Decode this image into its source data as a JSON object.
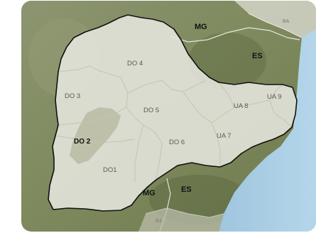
{
  "map": {
    "regions": {
      "do4": "DO 4",
      "do3": "DO 3",
      "do5": "DO 5",
      "do2": "DO 2",
      "do6": "DO 6",
      "do1": "DO1",
      "ua7": "UA 7",
      "ua8": "UA 8",
      "ua9": "UA 9"
    },
    "states": {
      "mg_top": "MG",
      "es_top": "ES",
      "ba": "BA",
      "mg_bottom": "MG",
      "es_bottom": "ES",
      "rj": "RJ"
    },
    "colors": {
      "ocean": "#a9cfe6",
      "terrain": "#8b9466",
      "basin_fill": "#e8e9e1",
      "basin_outline": "#111111",
      "internal_border": "#c8c8b8",
      "state_border": "#ffffff"
    }
  }
}
